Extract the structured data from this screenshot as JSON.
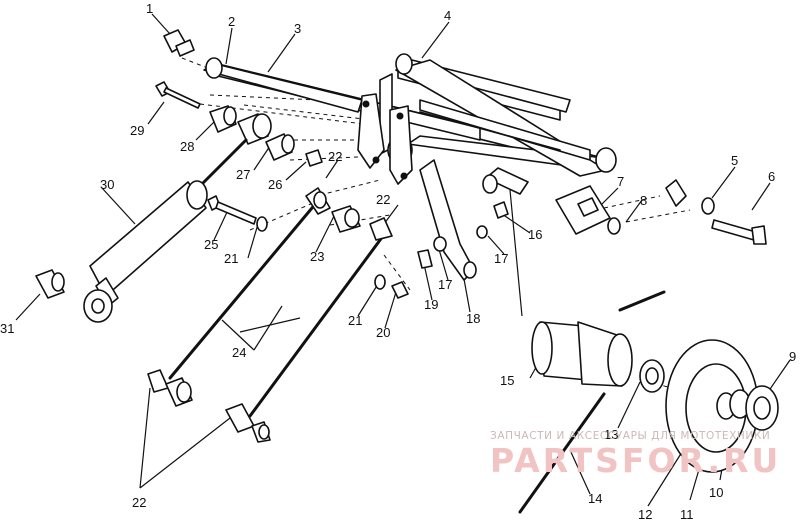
{
  "labels": {
    "l1": "1",
    "l2": "2",
    "l3": "3",
    "l4": "4",
    "l5": "5",
    "l6": "6",
    "l7": "7",
    "l8": "8",
    "l9": "9",
    "l10": "10",
    "l11": "11",
    "l12": "12",
    "l13": "13",
    "l14": "14",
    "l15": "15",
    "l16": "16",
    "l17a": "17",
    "l17b": "17",
    "l18": "18",
    "l19": "19",
    "l20": "20",
    "l21a": "21",
    "l21b": "21",
    "l22a": "22",
    "l22b": "22",
    "l22c": "22",
    "l23": "23",
    "l24": "24",
    "l25": "25",
    "l26": "26",
    "l27": "27",
    "l28": "28",
    "l29": "29",
    "l30": "30",
    "l31": "31"
  },
  "watermark": {
    "line1": "ЗАПЧАСТИ И АКСЕССУАРЫ ДЛЯ МОТОТЕХНИКИ",
    "line2": "PARTSFOR.RU"
  }
}
